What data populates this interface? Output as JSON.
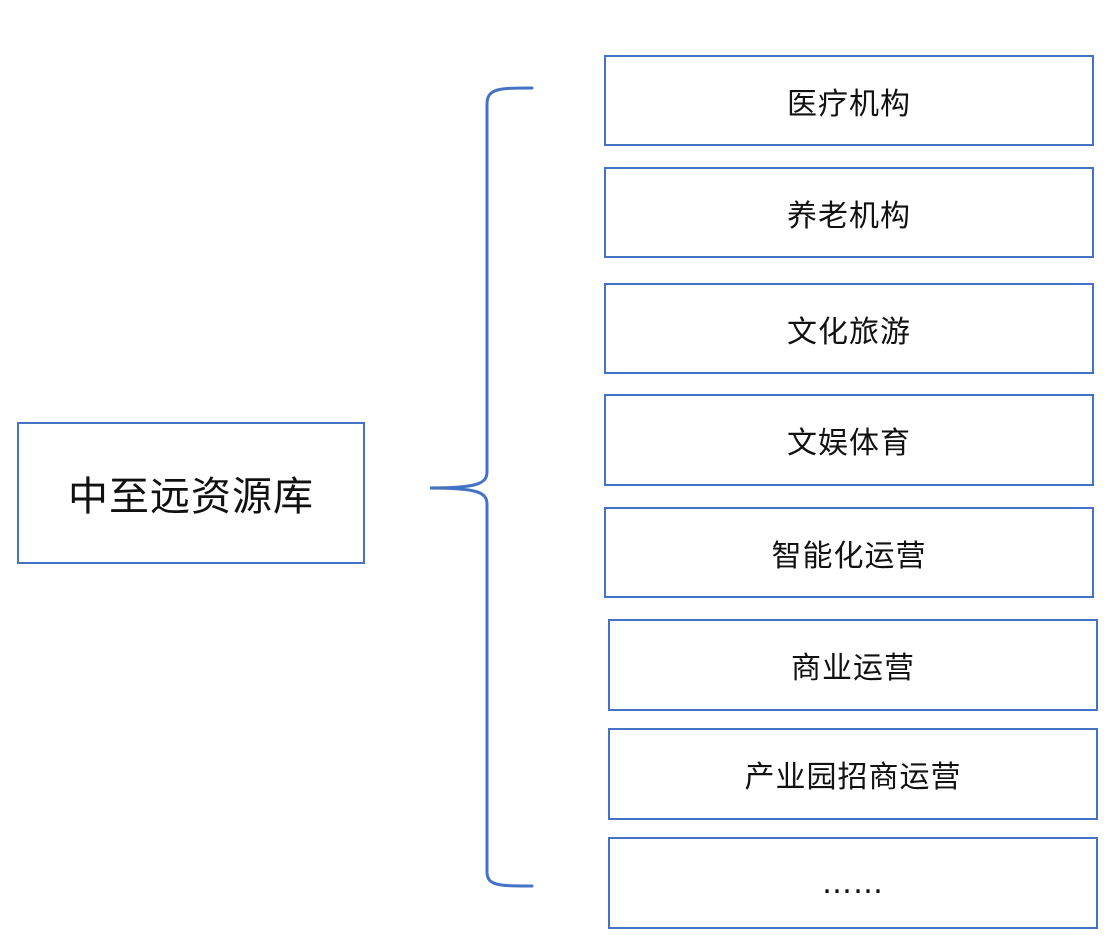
{
  "diagram": {
    "root": {
      "label": "中至远资源库"
    },
    "items": [
      {
        "label": "医疗机构"
      },
      {
        "label": "养老机构"
      },
      {
        "label": "文化旅游"
      },
      {
        "label": "文娱体育"
      },
      {
        "label": "智能化运营"
      },
      {
        "label": "商业运营"
      },
      {
        "label": "产业园招商运营"
      },
      {
        "label": "……"
      }
    ],
    "colors": {
      "border": "#4472c4",
      "text": "#111111",
      "background": "#ffffff"
    }
  }
}
